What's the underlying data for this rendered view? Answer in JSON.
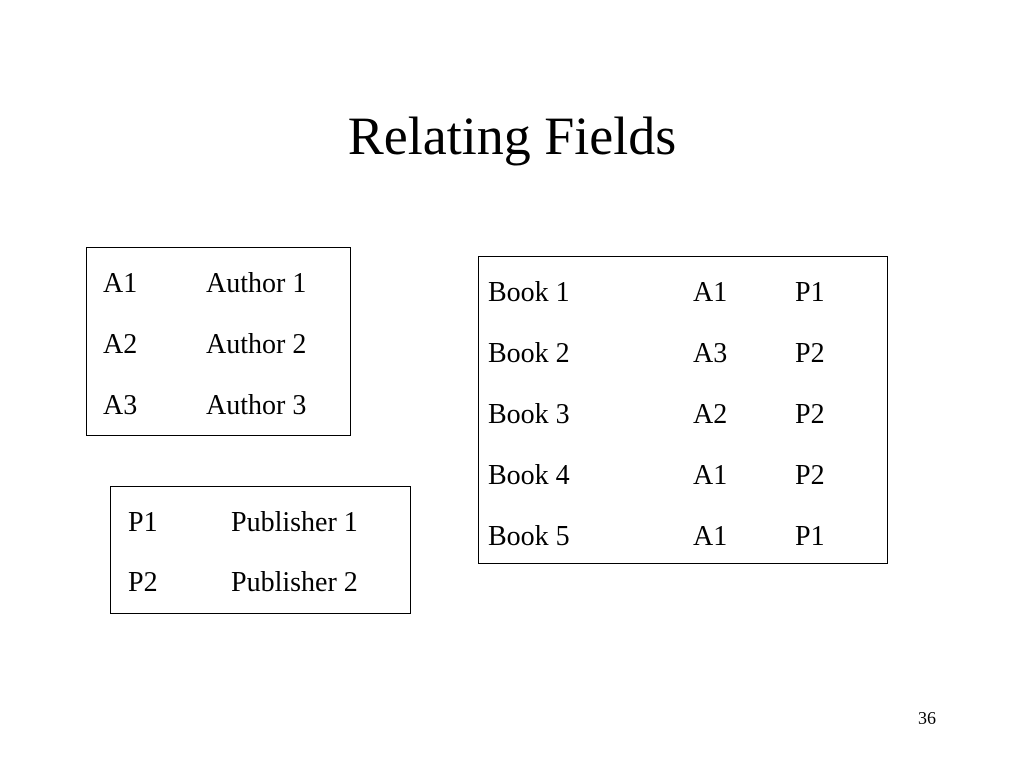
{
  "slide": {
    "title": "Relating Fields",
    "page_number": "36"
  },
  "authors": [
    {
      "id": "A1",
      "name": "Author 1"
    },
    {
      "id": "A2",
      "name": "Author 2"
    },
    {
      "id": "A3",
      "name": "Author 3"
    }
  ],
  "publishers": [
    {
      "id": "P1",
      "name": "Publisher 1"
    },
    {
      "id": "P2",
      "name": "Publisher 2"
    }
  ],
  "books": [
    {
      "title": "Book 1",
      "author": "A1",
      "publisher": "P1"
    },
    {
      "title": "Book 2",
      "author": "A3",
      "publisher": "P2"
    },
    {
      "title": "Book 3",
      "author": "A2",
      "publisher": "P2"
    },
    {
      "title": "Book 4",
      "author": "A1",
      "publisher": "P2"
    },
    {
      "title": "Book 5",
      "author": "A1",
      "publisher": "P1"
    }
  ]
}
